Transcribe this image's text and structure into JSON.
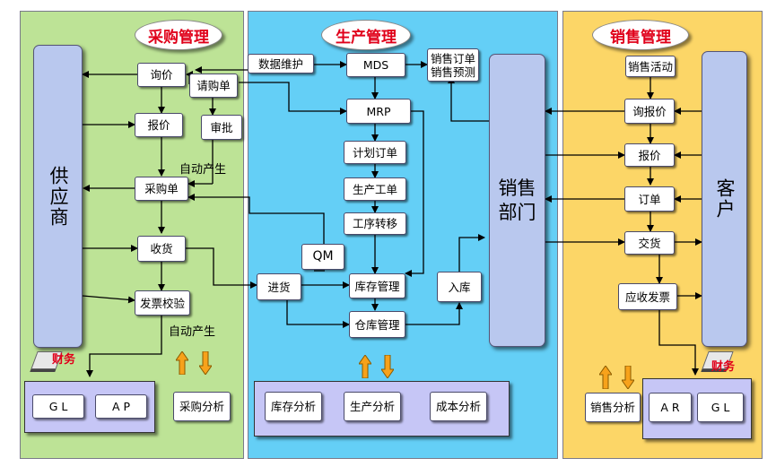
{
  "sections": {
    "purchase": {
      "title": "采购管理",
      "bg": "#bde396"
    },
    "production": {
      "title": "生产管理",
      "bg": "#64cff6"
    },
    "sales": {
      "title": "销售管理",
      "bg": "#fcd667"
    }
  },
  "purchase": {
    "supplier": "供应商",
    "inquiry": "询价",
    "quote": "报价",
    "requisition": "请购单",
    "approval": "审批",
    "auto_generate_1": "自动产生",
    "purchase_order": "采购单",
    "receiving": "收货",
    "invoice_check": "发票校验",
    "auto_generate_2": "自动产生",
    "finance": "财务",
    "gl": "G L",
    "ap": "A P",
    "analysis": "采购分析"
  },
  "production": {
    "data_maintenance": "数据维护",
    "mds": "MDS",
    "sales_order_forecast": "销售订单销售预测",
    "mrp": "MRP",
    "planned_order": "计划订单",
    "work_order": "生产工单",
    "operation_transfer": "工序转移",
    "qm": "QM",
    "receipt": "进货",
    "inventory_mgmt": "库存管理",
    "warehouse_mgmt": "仓库管理",
    "inbound": "入库",
    "inventory_analysis": "库存分析",
    "production_analysis": "生产分析",
    "cost_analysis": "成本分析"
  },
  "sales": {
    "sales_dept": "销售部门",
    "sales_activity": "销售活动",
    "inquiry_quote": "询报价",
    "quote": "报价",
    "order": "订单",
    "delivery": "交货",
    "ar_invoice": "应收发票",
    "customer": "客户",
    "finance": "财务",
    "analysis": "销售分析",
    "ar": "A R",
    "gl": "G L"
  },
  "colors": {
    "title_red": "#e0001a",
    "arrow_up": "#f7a21b",
    "node_fill": "#ffffff",
    "container": "#c6c6f6",
    "tall_fill": "#b9c8ee"
  }
}
